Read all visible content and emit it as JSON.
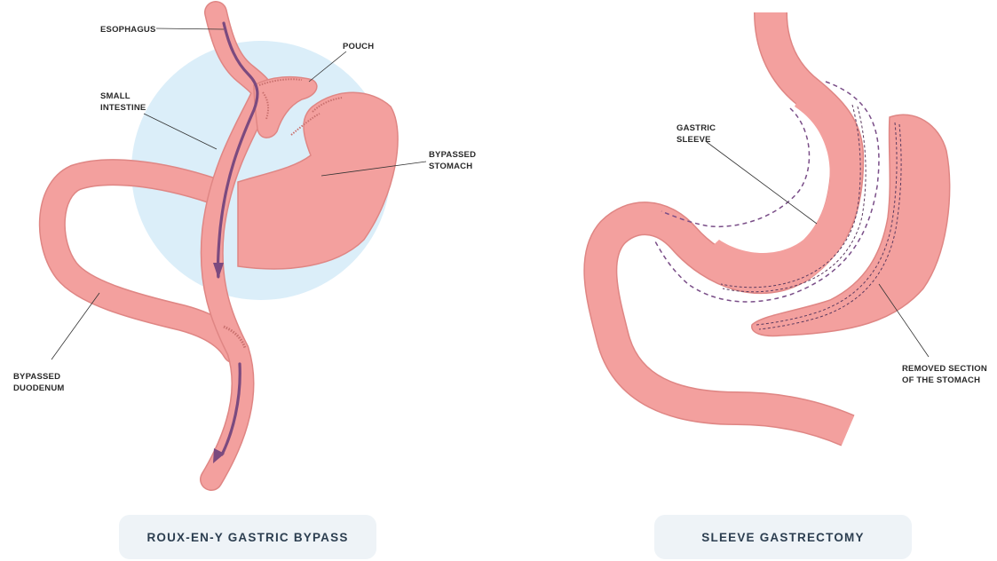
{
  "colors": {
    "tissue": "#f3a09e",
    "tissue_outline": "#df8684",
    "highlight": "#dbeef9",
    "flow_arrow": "#7b4a7f",
    "cut_line": "#7a4e88",
    "leader": "#333333"
  },
  "bypass": {
    "caption": "ROUX-EN-Y GASTRIC BYPASS",
    "labels": {
      "esophagus": "ESOPHAGUS",
      "pouch": "POUCH",
      "small_intestine_1": "SMALL",
      "small_intestine_2": "INTESTINE",
      "bypassed_stomach_1": "BYPASSED",
      "bypassed_stomach_2": "STOMACH",
      "bypassed_duodenum_1": "BYPASSED",
      "bypassed_duodenum_2": "DUODENUM"
    }
  },
  "sleeve": {
    "caption": "SLEEVE GASTRECTOMY",
    "labels": {
      "gastric_sleeve_1": "GASTRIC",
      "gastric_sleeve_2": "SLEEVE",
      "removed_section_1": "REMOVED SECTION",
      "removed_section_2": "OF THE STOMACH"
    }
  }
}
